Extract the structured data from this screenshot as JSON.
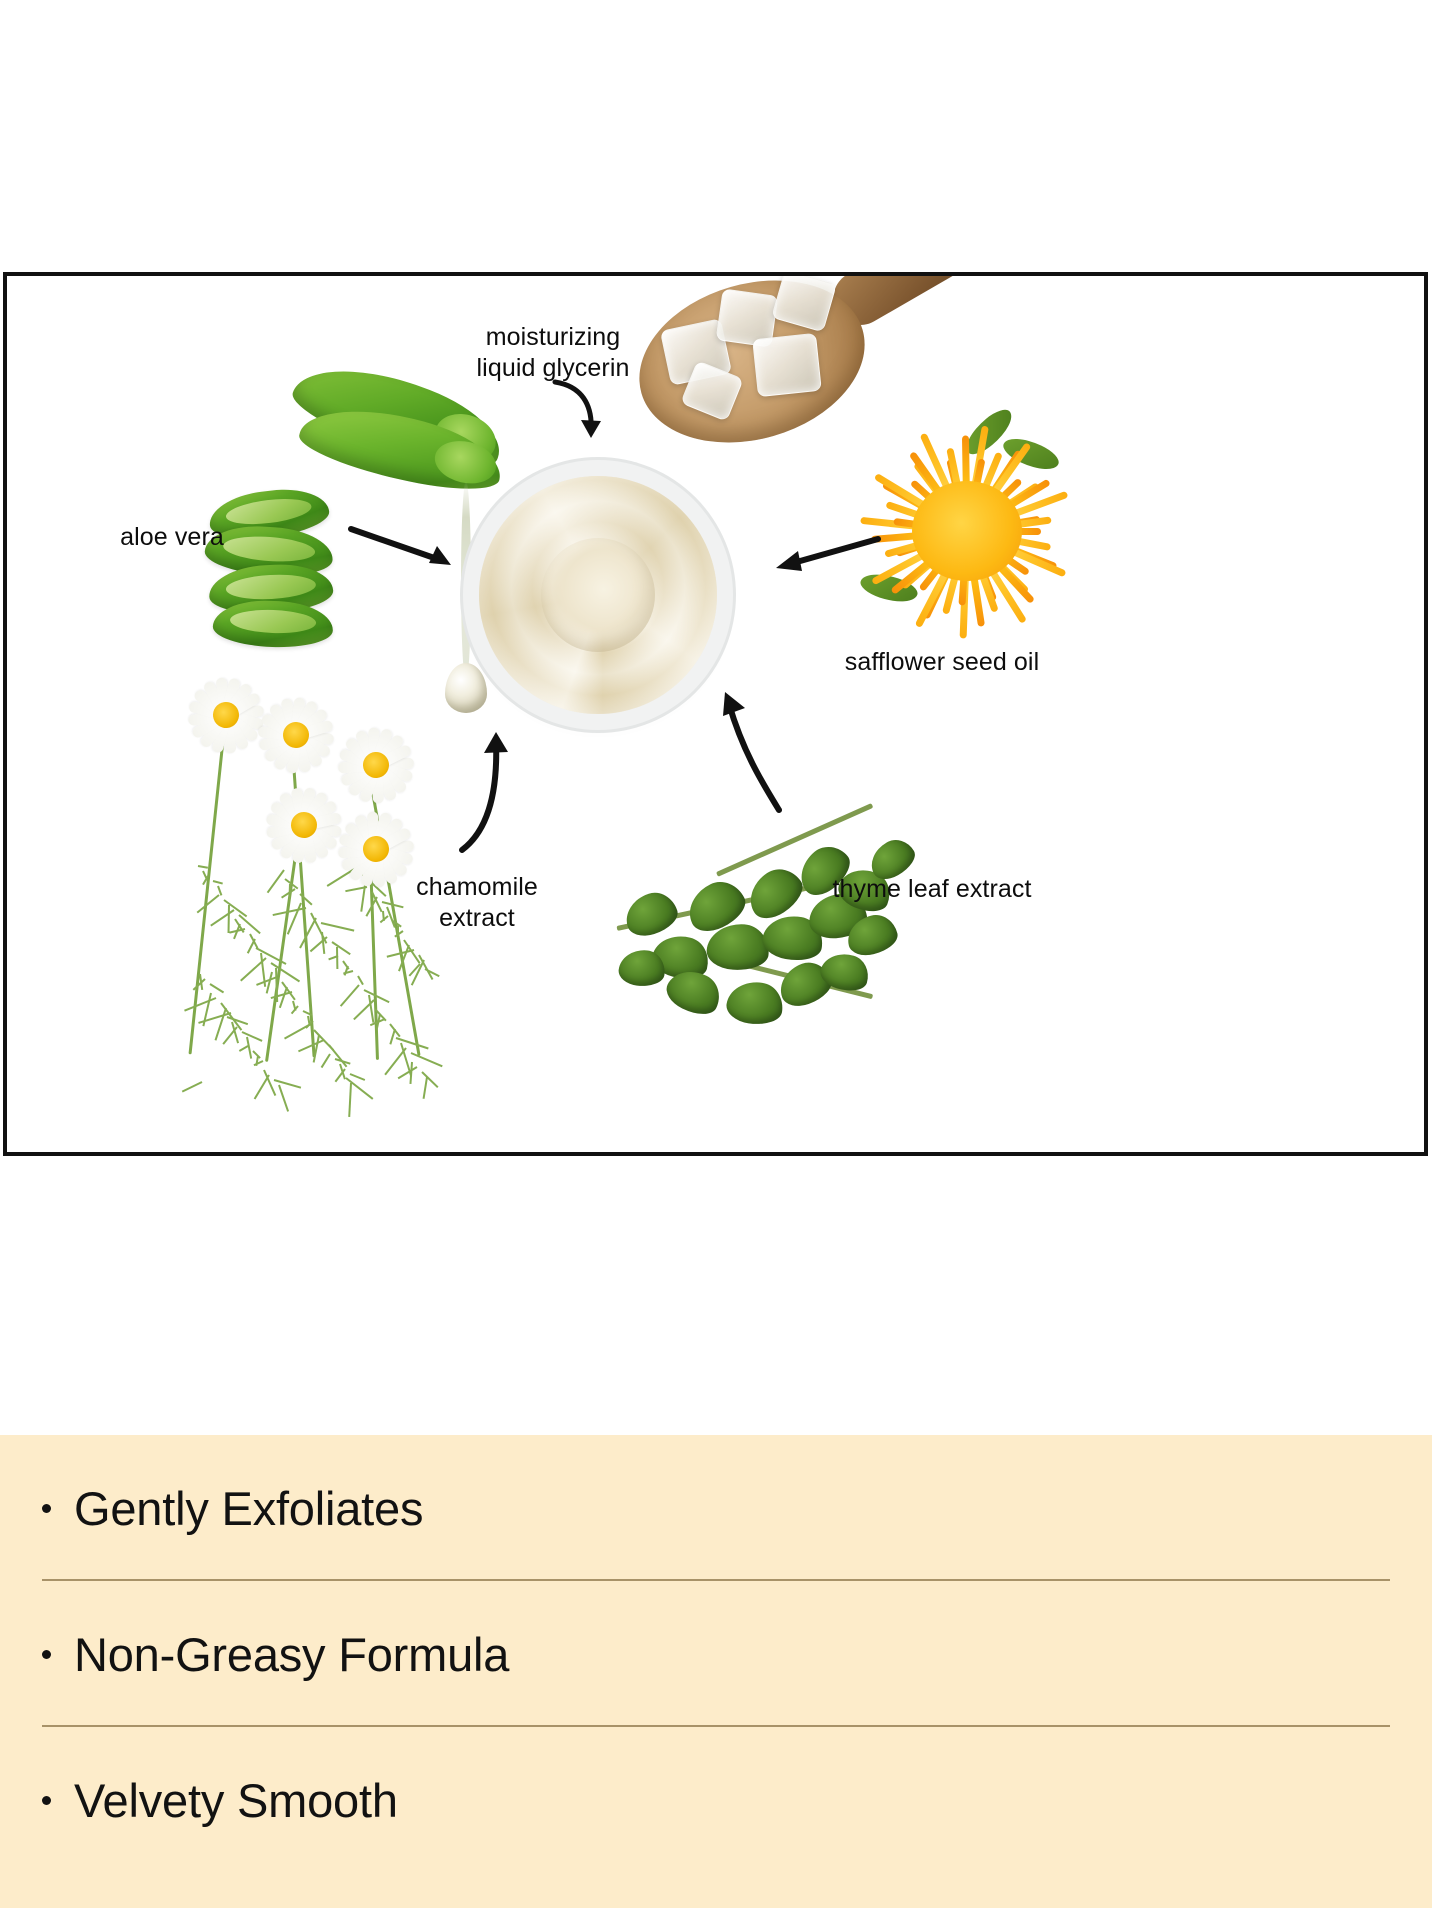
{
  "page": {
    "background_color": "#ffffff"
  },
  "diagram": {
    "name": "ingredient-diagram",
    "border_color": "#111111",
    "background_color": "#ffffff",
    "center_product": {
      "name": "cream-jar",
      "description": "open jar of white moisturizing cream"
    },
    "labels": [
      {
        "id": "glycerin",
        "text": "moisturizing\nliquid glycerin",
        "icon": "glycerin-spoon-image"
      },
      {
        "id": "aloe",
        "text": "aloe vera",
        "icon": "aloe-vera-image"
      },
      {
        "id": "safflower",
        "text": "safflower seed oil",
        "icon": "safflower-flower-image"
      },
      {
        "id": "chamomile",
        "text": "chamomile\nextract",
        "icon": "chamomile-flowers-image"
      },
      {
        "id": "thyme",
        "text": "thyme leaf extract",
        "icon": "thyme-sprig-image"
      }
    ],
    "arrows": [
      {
        "id": "arrow-glycerin-to-center",
        "direction": "down-left"
      },
      {
        "id": "arrow-aloe-to-center",
        "direction": "right"
      },
      {
        "id": "arrow-safflower-to-center",
        "direction": "left"
      },
      {
        "id": "arrow-chamomile-to-center",
        "direction": "up-right"
      },
      {
        "id": "arrow-thyme-to-center",
        "direction": "up-left"
      }
    ]
  },
  "benefits": {
    "background_color": "#fdecca",
    "divider_color": "#a89268",
    "text_color": "#121212",
    "items": [
      {
        "label": "Gently Exfoliates"
      },
      {
        "label": "Non-Greasy Formula"
      },
      {
        "label": "Velvety Smooth"
      }
    ]
  }
}
